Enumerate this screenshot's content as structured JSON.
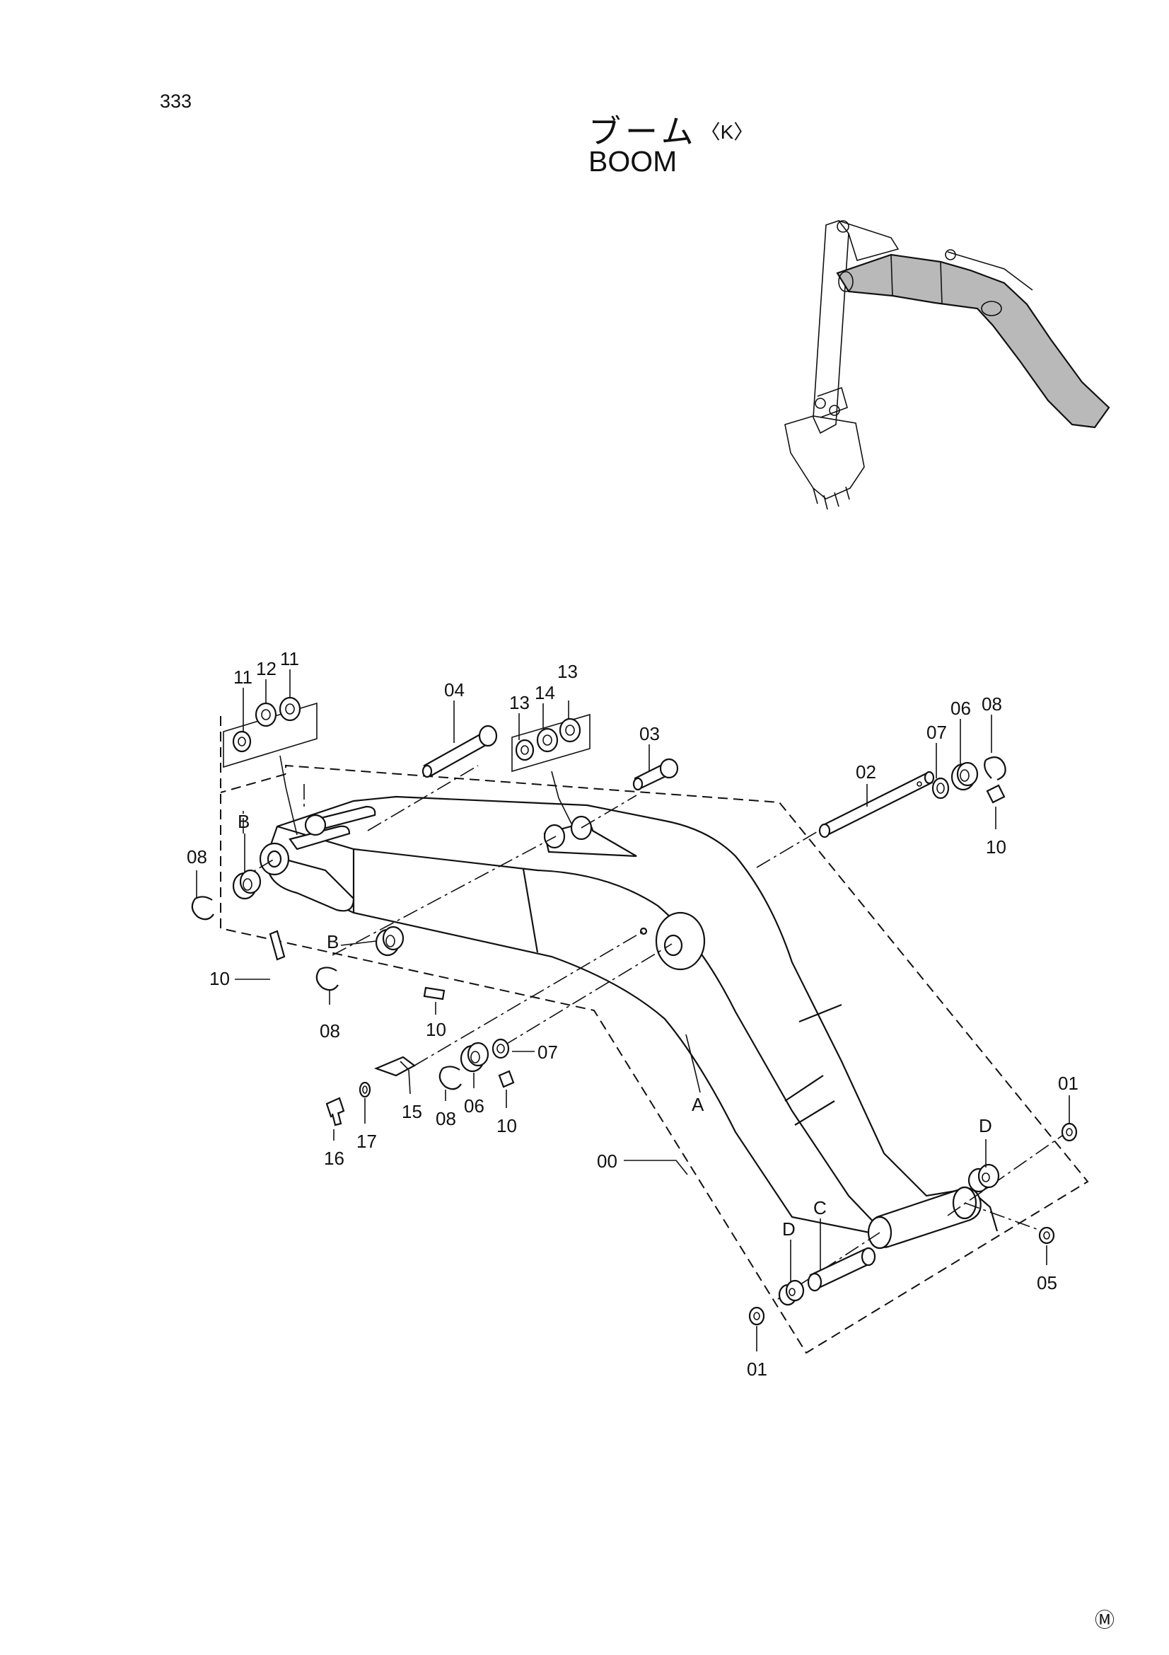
{
  "page": {
    "number": "333",
    "title_jp": "ブーム",
    "title_tag": "〈K〉",
    "title_en": "BOOM",
    "marker": "Ⓜ"
  },
  "callouts": {
    "c11a": "11",
    "c12": "12",
    "c11b": "11",
    "c04": "04",
    "c13a": "13",
    "c14": "14",
    "c13b": "13",
    "c03": "03",
    "c02": "02",
    "c07a": "07",
    "c06a": "06",
    "c08a": "08",
    "c10a": "10",
    "cBa": "B",
    "c08b": "08",
    "c10b": "10",
    "cBb": "B",
    "c08c": "08",
    "c10c": "10",
    "c07b": "07",
    "c15": "15",
    "c08d": "08",
    "c06b": "06",
    "c10d": "10",
    "c16": "16",
    "c17": "17",
    "cA": "A",
    "c00": "00",
    "cD1": "D",
    "c01a": "01",
    "cC": "C",
    "cD2": "D",
    "c05": "05",
    "c01b": "01"
  }
}
